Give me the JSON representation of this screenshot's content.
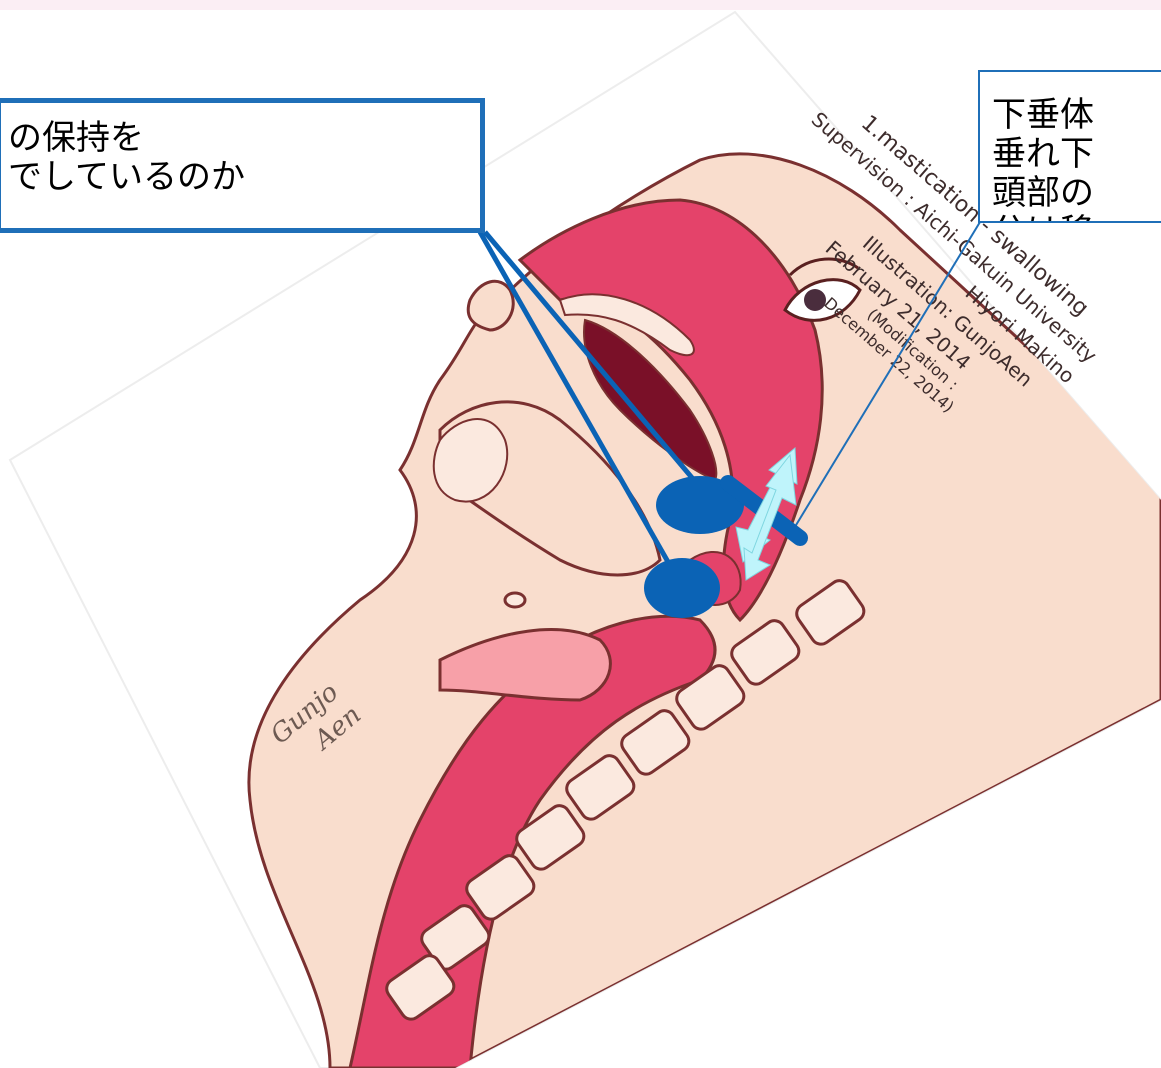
{
  "callouts": {
    "left": {
      "line1": "の保持を",
      "line2": "でしているのか"
    },
    "right": {
      "line1": "下垂体",
      "line2": "垂れ下",
      "line3": "頭部の",
      "line4": "分は移"
    }
  },
  "credits": {
    "line1": "1.mastication - swallowing",
    "line2": "Supervision : Aichi-Gakuin University",
    "line3": "Hiyori Makino",
    "line4": "Illustration: GunjoAen",
    "line5": "February 21, 2014",
    "line6": "(Modification :",
    "line7": "December 22, 2014)"
  },
  "signature": {
    "line1": "Gunjo",
    "line2": "Aen"
  },
  "colors": {
    "skin": "#f9ddcd",
    "tissue_red": "#e4436a",
    "tissue_dark": "#7a1028",
    "outline": "#7a3030",
    "bone": "#fbe9df",
    "callout_border": "#1f6fb8",
    "marker": "#0b63b5",
    "arrow": "#bff4fb",
    "top_band": "#fbeef4"
  }
}
